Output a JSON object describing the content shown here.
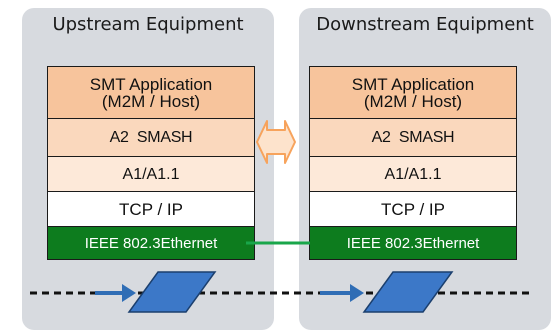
{
  "upstream": {
    "title": "Upstream Equipment",
    "layers": {
      "app": "SMT Application\n(M2M / Host)",
      "a2": "A2  SMASH",
      "a1": "A1/A1.1",
      "tcp": "TCP / IP",
      "eth": "IEEE 802.3Ethernet"
    }
  },
  "downstream": {
    "title": "Downstream Equipment",
    "layers": {
      "app": "SMT Application\n(M2M / Host)",
      "a2": "A2  SMASH",
      "a1": "A1/A1.1",
      "tcp": "TCP / IP",
      "eth": "IEEE 802.3Ethernet"
    }
  },
  "colors": {
    "app": "#f7c49c",
    "a2": "#fad8bd",
    "a1": "#fde9d9",
    "ethernet": "#0d7c1e",
    "link": "#19a64a",
    "conveyor_arrow": "#2f6db5",
    "board": "#3c78c8",
    "bidirectional_arrow": "#f7a35c"
  }
}
